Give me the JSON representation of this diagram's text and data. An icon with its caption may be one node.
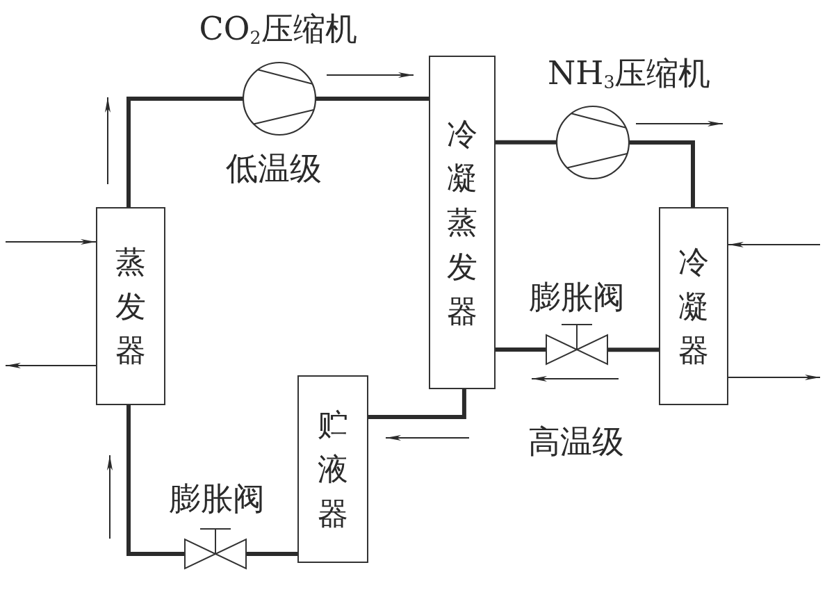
{
  "diagram": {
    "nodes": [
      {
        "text": [
          "蒸发器"
        ]
      },
      {
        "text": [
          "CO$_{2}$压缩机"
        ]
      },
      {
        "text": [
          "冷凝蒸发器"
        ]
      },
      {
        "text": [
          "NH$_{3}$压缩机"
        ]
      },
      {
        "text": [
          "冷凝器"
        ]
      },
      {
        "text": [
          "膨胀阀"
        ]
      },
      {
        "text": [
          "贮液器"
        ]
      },
      {
        "text": [
          "膨胀阀"
        ]
      }
    ],
    "edges": [
      {
        "from": 0,
        "to": 1,
        "arrow": "none"
      },
      {
        "from": 1,
        "to": 2,
        "arrow": "none"
      },
      {
        "from": 2,
        "to": 3,
        "arrow": "none"
      },
      {
        "from": 3,
        "to": 4,
        "arrow": "none"
      },
      {
        "from": 4,
        "to": 5,
        "arrow": "none"
      },
      {
        "from": 5,
        "to": 2,
        "arrow": "none"
      },
      {
        "from": 2,
        "to": 6,
        "arrow": "none"
      },
      {
        "from": 6,
        "to": 7,
        "arrow": "none"
      },
      {
        "from": 7,
        "to": 0,
        "arrow": "none"
      },
      {
        "from": null,
        "to": 0,
        "arrow": "to"
      },
      {
        "from": 0,
        "to": null,
        "arrow": "to"
      },
      {
        "from": null,
        "to": 4,
        "arrow": "to"
      },
      {
        "from": 4,
        "to": null,
        "arrow": "to"
      }
    ],
    "labels": [
      "低温级",
      "高温级"
    ]
  }
}
